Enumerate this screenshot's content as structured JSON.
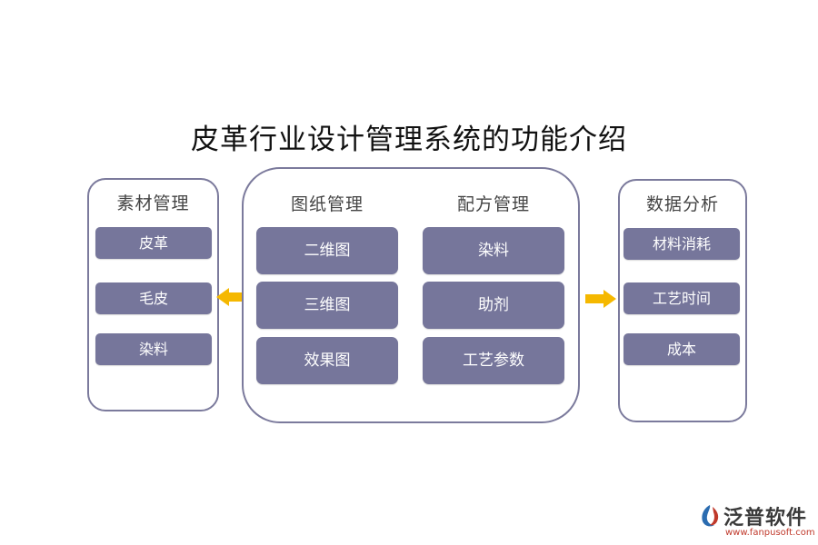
{
  "title": "皮革行业设计管理系统的功能介绍",
  "colors": {
    "box_fill": "#76769b",
    "panel_border": "#7b7a9c",
    "arrow": "#f5b800",
    "logo_red": "#c0392b",
    "logo_blue": "#2b6cb0"
  },
  "left_panel": {
    "heading": "素材管理",
    "items": [
      "皮革",
      "毛皮",
      "染料"
    ]
  },
  "middle_panel": {
    "drawing": {
      "heading": "图纸管理",
      "items": [
        "二维图",
        "三维图",
        "效果图"
      ]
    },
    "formula": {
      "heading": "配方管理",
      "items": [
        "染料",
        "助剂",
        "工艺参数"
      ]
    }
  },
  "right_panel": {
    "heading": "数据分析",
    "items": [
      "材料消耗",
      "工艺时间",
      "成本"
    ]
  },
  "logo": {
    "name": "泛普软件",
    "url": "www.fanpusoft.com"
  }
}
